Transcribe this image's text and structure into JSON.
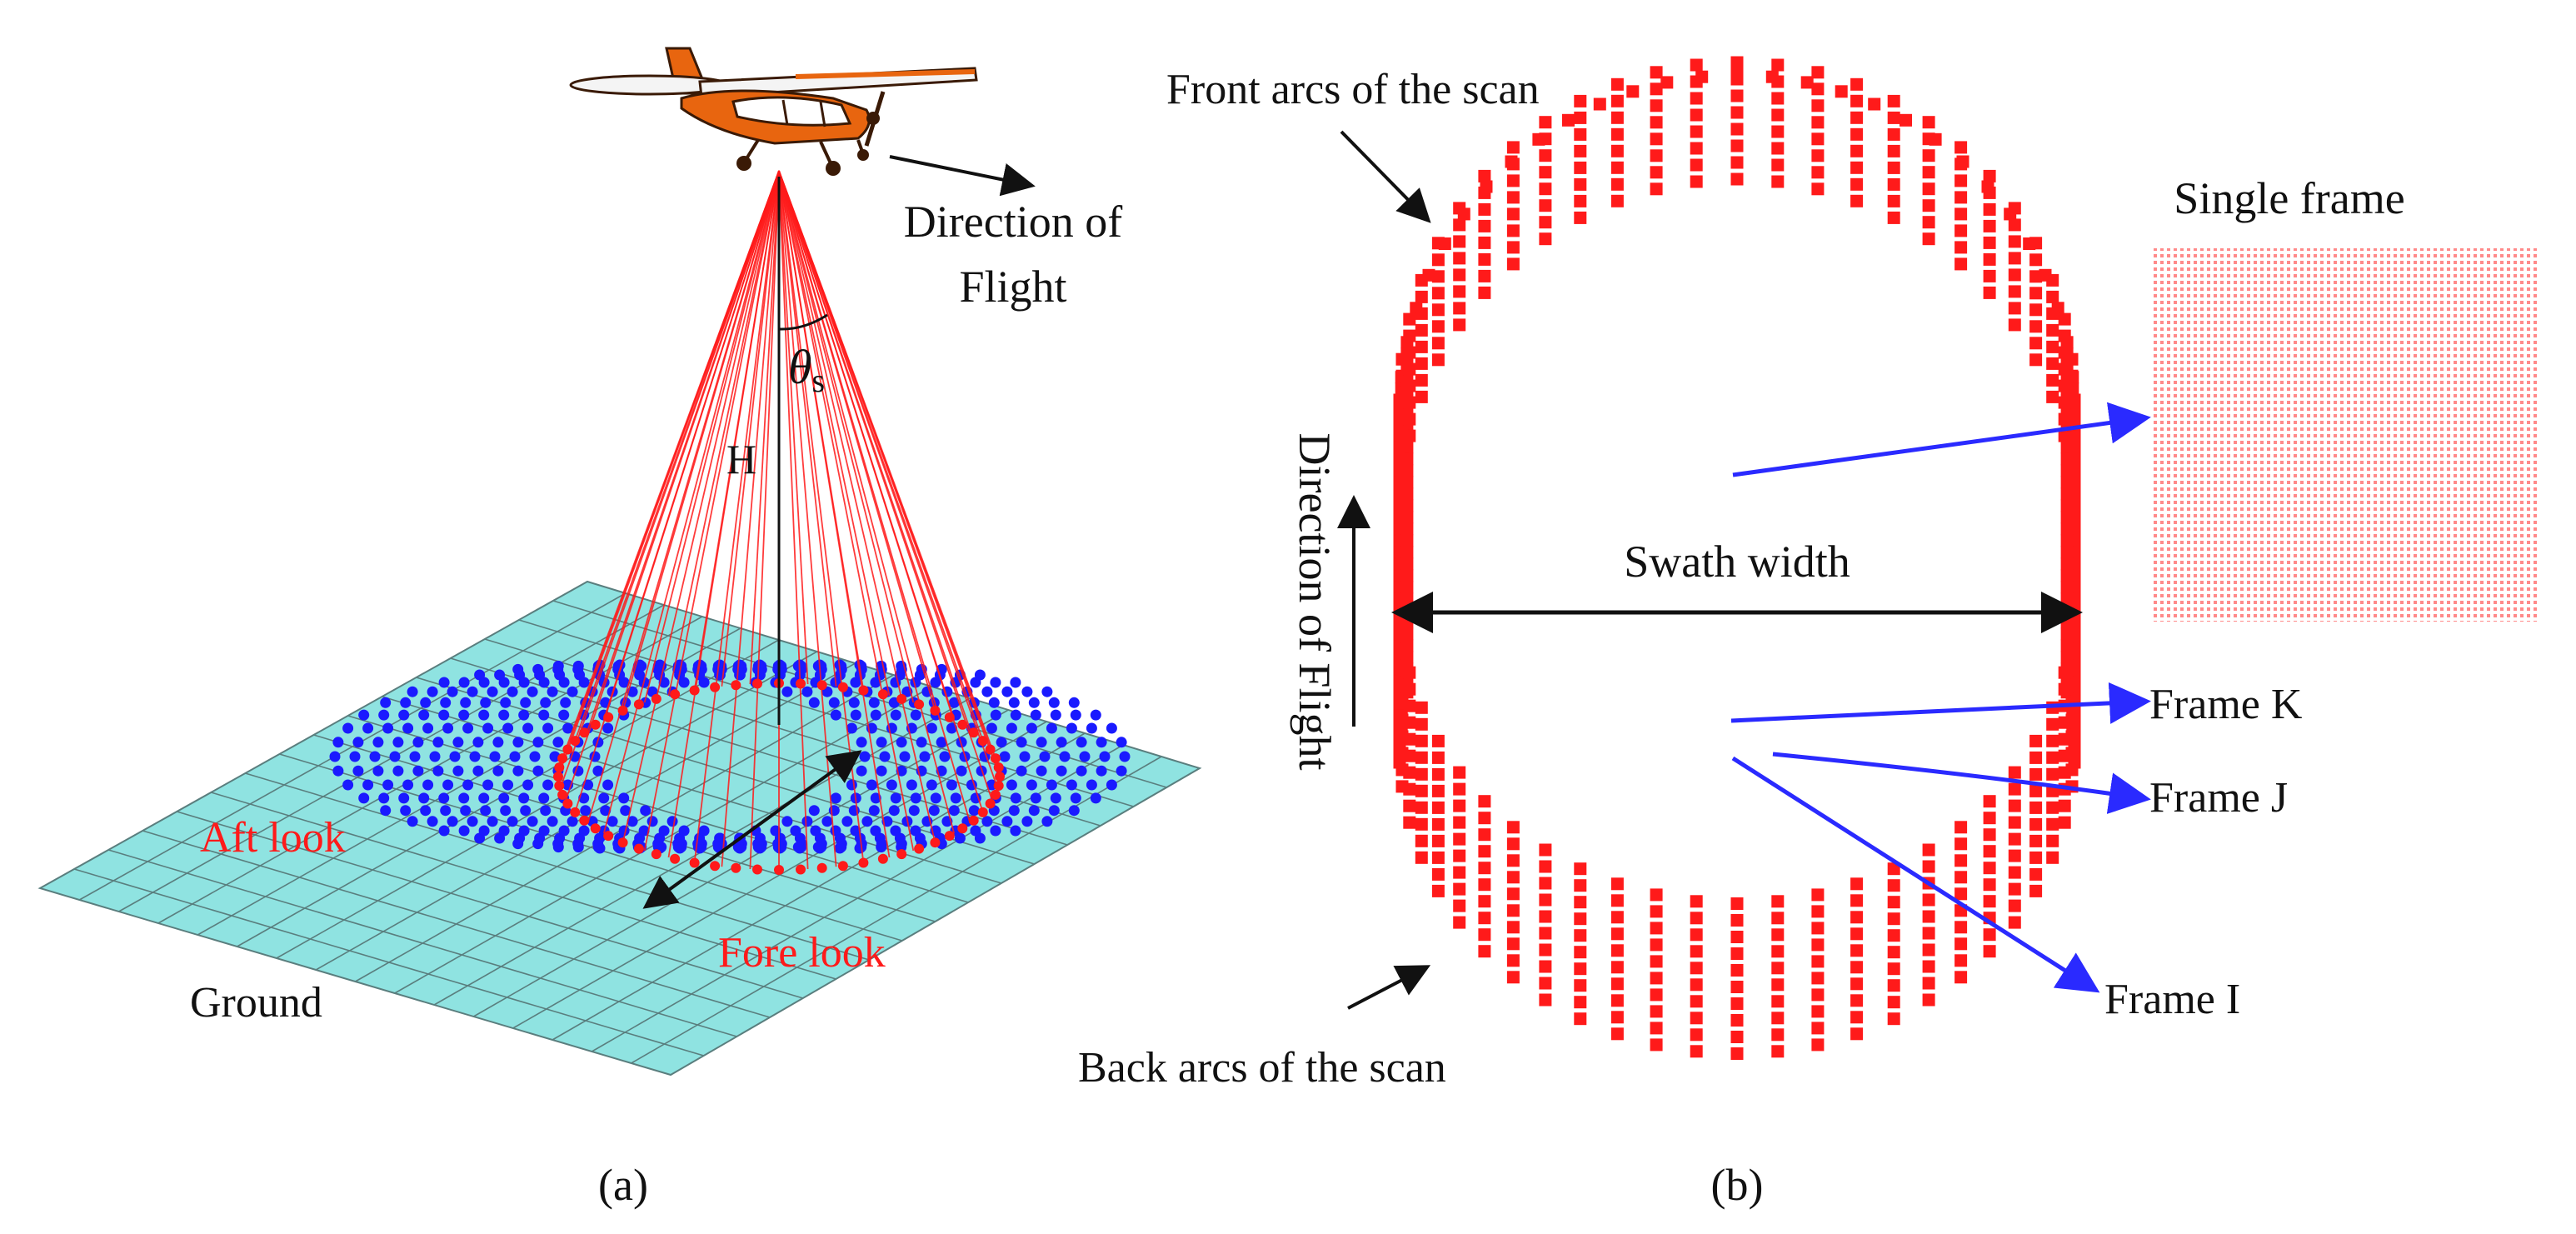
{
  "colors": {
    "scan_red": "#ff1a1a",
    "footprint_blue": "#1a1aff",
    "ground_cyan": "#8fe3e1",
    "grid_line": "#5a7e7e",
    "arrow_blue": "#2a2aff",
    "plane_orange": "#e8650f",
    "text": "#111111"
  },
  "panel_a": {
    "caption": "(a)",
    "direction_of_flight_line1": "Direction of",
    "direction_of_flight_line2": "Flight",
    "scan_angle_symbol": "θ",
    "scan_angle_subscript": "s",
    "height_label": "H",
    "aft_look": "Aft look",
    "fore_look": "Fore look",
    "ground": "Ground",
    "icons": [
      "airplane-icon"
    ]
  },
  "panel_b": {
    "caption": "(b)",
    "front_arcs": "Front arcs of the scan",
    "back_arcs": "Back arcs of the scan",
    "direction_of_flight": "Direction of Flight",
    "swath_width": "Swath width",
    "single_frame": "Single frame",
    "frame_k": "Frame K",
    "frame_j": "Frame J",
    "frame_i": "Frame I"
  }
}
